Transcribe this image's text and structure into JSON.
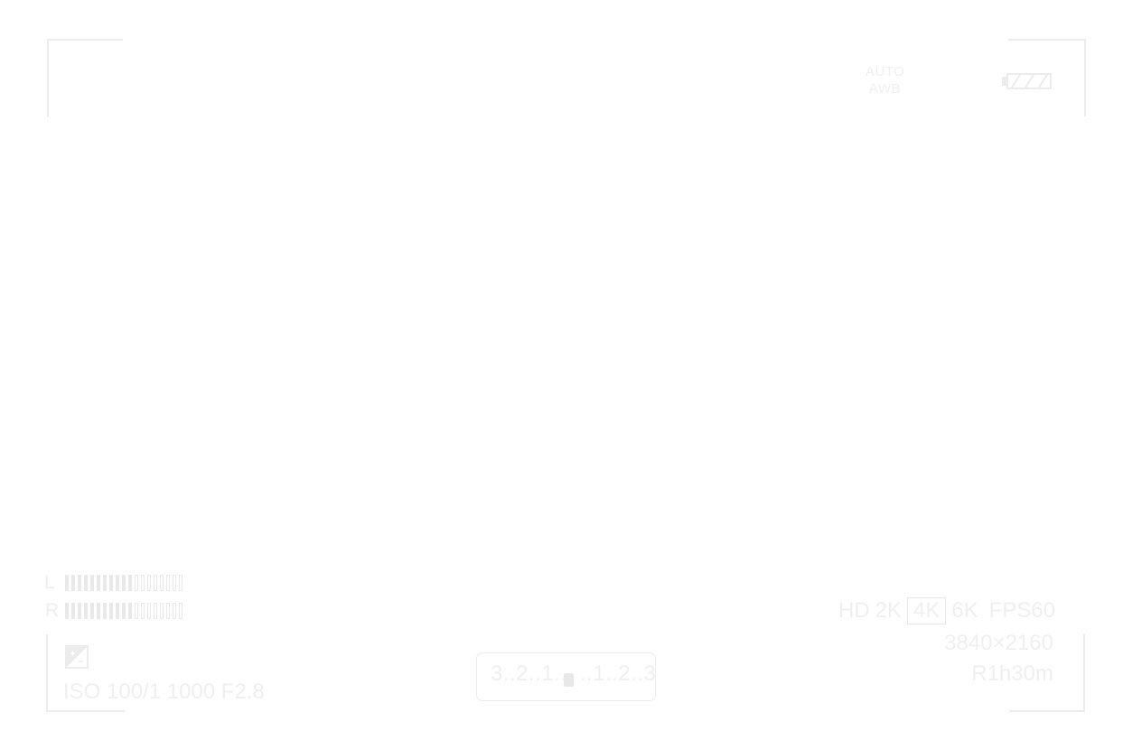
{
  "top_right": {
    "wb_mode": "AUTO",
    "wb_label": "AWB",
    "battery_icon": "battery-icon"
  },
  "audio": {
    "left_label": "L",
    "right_label": "R",
    "left_level": 0.6,
    "right_level": 0.6,
    "segments": 19
  },
  "bottom_left": {
    "exposure_icon": "exposure-compensation-icon",
    "settings": "ISO 100/1 1000 F2.8"
  },
  "exposure_scale": {
    "label": "3..2..1..  ..1..2..3",
    "value": 0
  },
  "bottom_right": {
    "res_options": [
      "HD",
      "2K",
      "4K",
      "6K"
    ],
    "res_hd": "HD",
    "res_2k": "2K",
    "res_4k": "4K",
    "res_6k": "6K",
    "selected_res": "4K",
    "fps": "FPS60",
    "dimensions": "3840×2160",
    "remaining": "R1h30m"
  },
  "colors": {
    "overlay": "#ececec",
    "background": "#ffffff"
  }
}
